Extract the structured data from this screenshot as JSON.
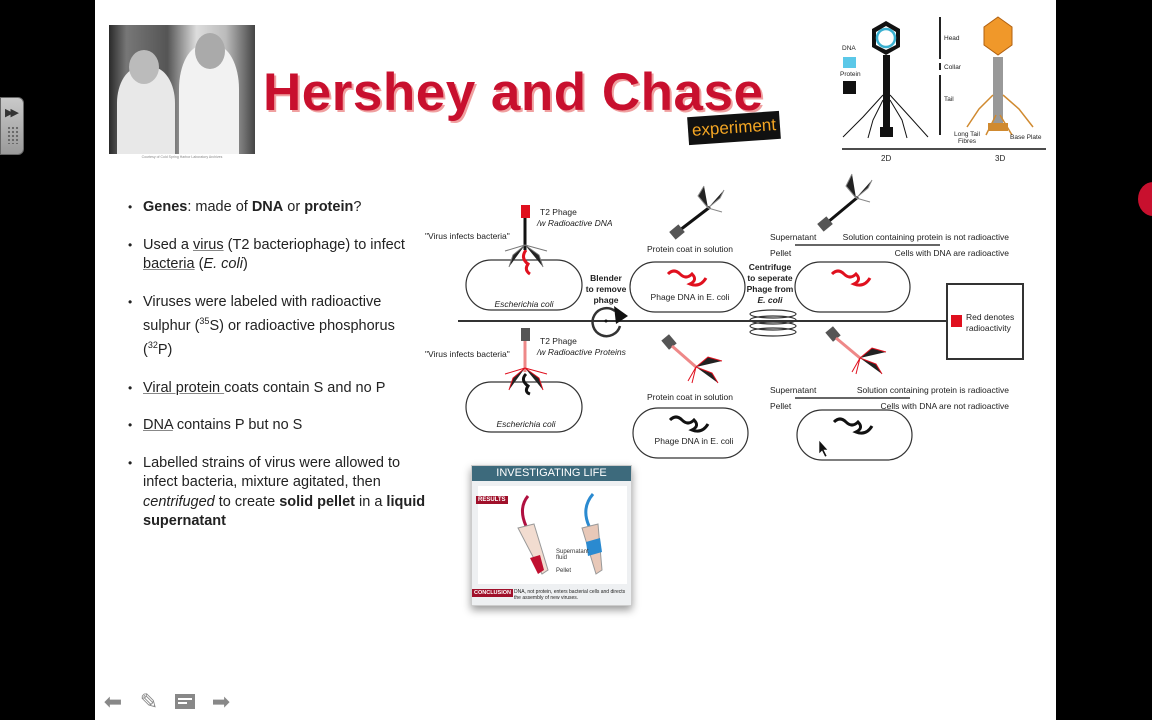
{
  "slide": {
    "title": "Hershey and Chase",
    "badge": "experiment",
    "photo_caption": "Courtesy of Cold Spring Harbor Laboratory Archives",
    "bullets": [
      {
        "b": "Genes",
        "t1": ": made of ",
        "b2": "DNA",
        "t2": " or ",
        "b3": "protein",
        "t3": "?"
      },
      {
        "t1": "Used a ",
        "u1": "virus",
        "t2": " (T2 bacteriophage) to infect ",
        "u2": "bacteria",
        "t3": " (",
        "i": "E. coli",
        "t4": ")"
      },
      {
        "t1": "Viruses were labeled with radioactive sulphur (",
        "s1": "35",
        "t2": "S) or radioactive phosphorus (",
        "s2": "32",
        "t3": "P)"
      },
      {
        "u1": "Viral protein ",
        "t1": "coats contain S and no P"
      },
      {
        "u1": "DNA",
        "t1": " contains P but no S"
      },
      {
        "t1": "Labelled strains of virus were allowed to infect bacteria, mixture agitated, then ",
        "i": "centrifuged",
        "t2": " to create ",
        "b": "solid pellet",
        "t3": " in a ",
        "b2": "liquid supernatant"
      }
    ]
  },
  "diagram": {
    "t2_phage": "T2 Phage",
    "radioactive_dna": "/w Radioactive DNA",
    "radioactive_proteins": "/w Radioactive Proteins",
    "virus_infects": "\"Virus infects bacteria\"",
    "ecoli": "Escherichia coli",
    "protein_coat": "Protein coat in solution",
    "phage_dna": "Phage DNA in E. coli",
    "blender": [
      "Blender",
      "to remove",
      "phage"
    ],
    "centrifuge": [
      "Centrifuge",
      "to seperate",
      "Phage from",
      "E. coli"
    ],
    "supernatant": "Supernatant",
    "pellet": "Pellet",
    "top_solution": "Solution containing protein is not radioactive",
    "top_cells": "Cells with DNA are radioactive",
    "bottom_solution": "Solution containing protein is radioactive",
    "bottom_cells": "Cells with DNA are not radioactive",
    "legend": [
      "Red denotes",
      "radioactivity"
    ],
    "radioactive_color": "#e0101e"
  },
  "phage_figure": {
    "dna": "DNA",
    "protein": "Protein",
    "head": "Head",
    "collar": "Collar",
    "tail": "Tail",
    "long_tail": [
      "Long Tail",
      "Fibres"
    ],
    "base_plate": "Base Plate",
    "label_2d": "2D",
    "label_3d": "3D"
  },
  "investigating_life": {
    "header": "INVESTIGATING LIFE",
    "results": "RESULTS",
    "supernatant": "Supernatant fluid",
    "pellet": "Pellet",
    "conclusion": "CONCLUSION",
    "conclusion_text": "DNA, not protein, enters bacterial cells and directs the assembly of new viruses."
  },
  "nav": {
    "prev": "previous-arrow",
    "pen": "pen",
    "notes": "notes",
    "next": "next-arrow"
  }
}
